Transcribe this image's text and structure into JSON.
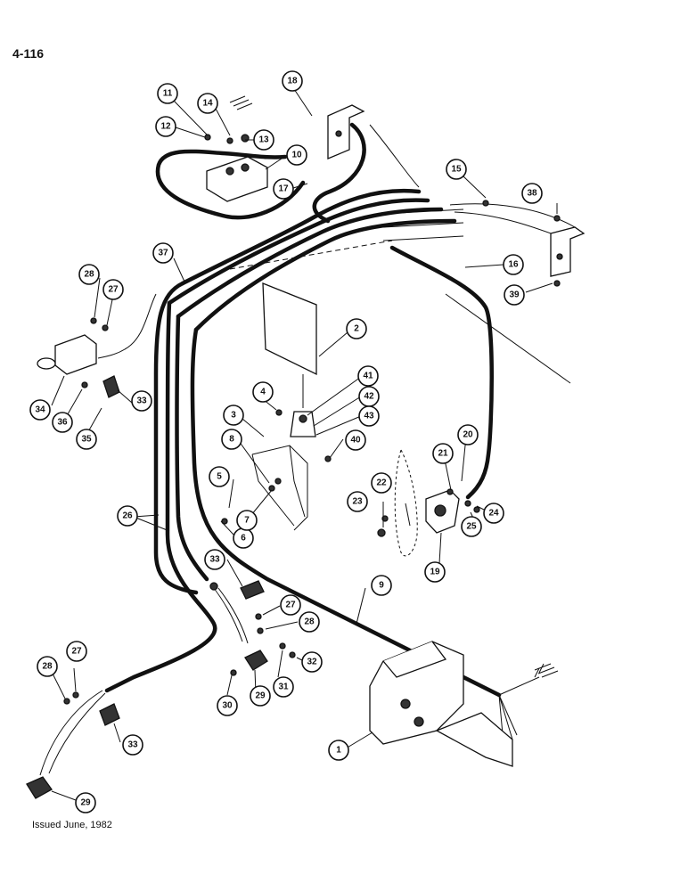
{
  "page": {
    "number": "4-116",
    "issued": "Issued June, 1982"
  },
  "callouts": [
    {
      "id": "c1",
      "label": "1"
    },
    {
      "id": "c2",
      "label": "2"
    },
    {
      "id": "c3",
      "label": "3"
    },
    {
      "id": "c4",
      "label": "4"
    },
    {
      "id": "c5",
      "label": "5"
    },
    {
      "id": "c6",
      "label": "6"
    },
    {
      "id": "c7",
      "label": "7"
    },
    {
      "id": "c8",
      "label": "8"
    },
    {
      "id": "c9",
      "label": "9"
    },
    {
      "id": "c10",
      "label": "10"
    },
    {
      "id": "c11",
      "label": "11"
    },
    {
      "id": "c12",
      "label": "12"
    },
    {
      "id": "c13",
      "label": "13"
    },
    {
      "id": "c14",
      "label": "14"
    },
    {
      "id": "c15",
      "label": "15"
    },
    {
      "id": "c16",
      "label": "16"
    },
    {
      "id": "c17",
      "label": "17"
    },
    {
      "id": "c18",
      "label": "18"
    },
    {
      "id": "c19",
      "label": "19"
    },
    {
      "id": "c20",
      "label": "20"
    },
    {
      "id": "c21",
      "label": "21"
    },
    {
      "id": "c22",
      "label": "22"
    },
    {
      "id": "c23",
      "label": "23"
    },
    {
      "id": "c24",
      "label": "24"
    },
    {
      "id": "c25",
      "label": "25"
    },
    {
      "id": "c26",
      "label": "26"
    },
    {
      "id": "c27a",
      "label": "27"
    },
    {
      "id": "c27b",
      "label": "27"
    },
    {
      "id": "c27c",
      "label": "27"
    },
    {
      "id": "c28a",
      "label": "28"
    },
    {
      "id": "c28b",
      "label": "28"
    },
    {
      "id": "c28c",
      "label": "28"
    },
    {
      "id": "c29a",
      "label": "29"
    },
    {
      "id": "c29b",
      "label": "29"
    },
    {
      "id": "c30",
      "label": "30"
    },
    {
      "id": "c31",
      "label": "31"
    },
    {
      "id": "c32",
      "label": "32"
    },
    {
      "id": "c33a",
      "label": "33"
    },
    {
      "id": "c33b",
      "label": "33"
    },
    {
      "id": "c33c",
      "label": "33"
    },
    {
      "id": "c34",
      "label": "34"
    },
    {
      "id": "c35",
      "label": "35"
    },
    {
      "id": "c36",
      "label": "36"
    },
    {
      "id": "c37",
      "label": "37"
    },
    {
      "id": "c38",
      "label": "38"
    },
    {
      "id": "c39",
      "label": "39"
    },
    {
      "id": "c40",
      "label": "40"
    },
    {
      "id": "c41",
      "label": "41"
    },
    {
      "id": "c42",
      "label": "42"
    },
    {
      "id": "c43",
      "label": "43"
    }
  ]
}
